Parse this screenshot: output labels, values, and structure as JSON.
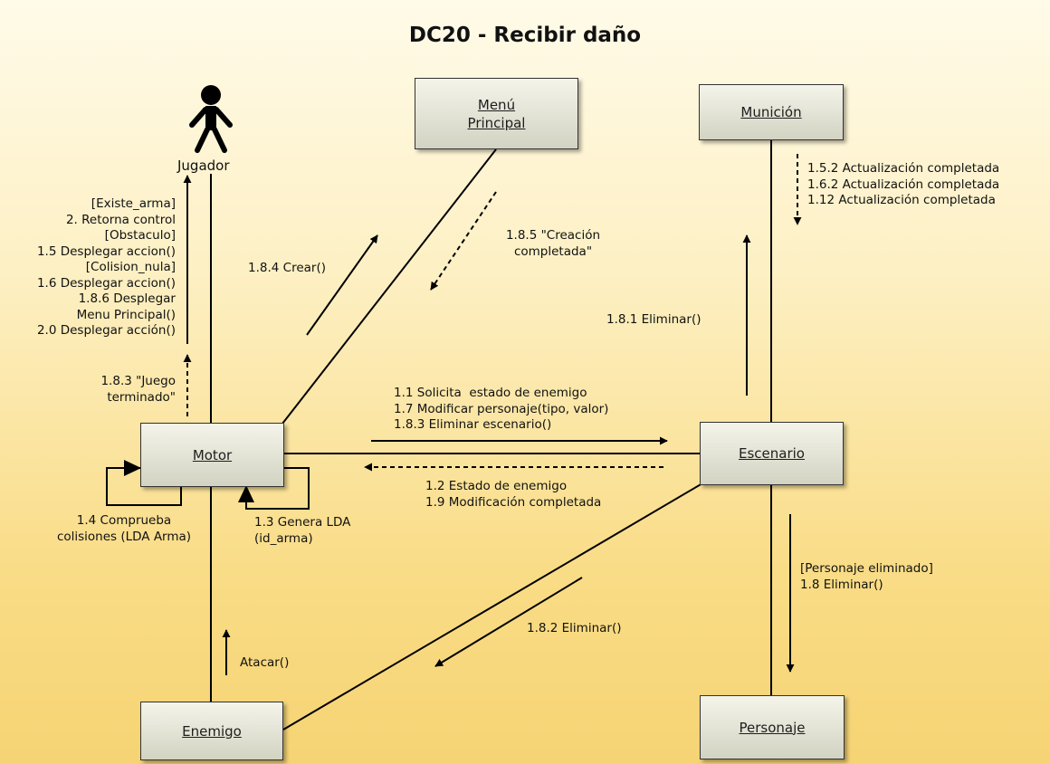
{
  "title": "DC20 - Recibir daño",
  "actor": {
    "label": "Jugador",
    "icon": "stick-figure"
  },
  "objects": {
    "menu": "Menú\nPrincipal",
    "municion": "Munición",
    "motor": "Motor",
    "escenario": "Escenario",
    "enemigo": "Enemigo",
    "personaje": "Personaje"
  },
  "messages": {
    "motor_to_jugador": "[Existe_arma]\n2. Retorna control\n[Obstaculo]\n1.5 Desplegar accion()\n[Colision_nula]\n1.6 Desplegar accion()\n1.8.6 Desplegar\nMenu Principal()\n2.0 Desplegar acción()",
    "juego_terminado": "1.8.3 \"Juego\nterminado\"",
    "crear": "1.8.4 Crear()",
    "creacion_completada": "1.8.5 \"Creación\ncompletada\"",
    "actualizacion": "1.5.2 Actualización completada\n1.6.2 Actualización completada\n1.12 Actualización completada",
    "eliminar_municion": "1.8.1 Eliminar()",
    "motor_to_escenario": "1.1 Solicita  estado de enemigo\n1.7 Modificar personaje(tipo, valor)\n1.8.3 Eliminar escenario()",
    "escenario_to_motor": "1.2 Estado de enemigo\n1.9 Modificación completada",
    "comprueba": "1.4 Comprueba\ncolisiones (LDA Arma)",
    "genera": "1.3 Genera LDA\n(id_arma)",
    "personaje_eliminado": "[Personaje eliminado]\n1.8 Eliminar()",
    "eliminar_enemigo": "1.8.2 Eliminar()",
    "atacar": "Atacar()"
  }
}
